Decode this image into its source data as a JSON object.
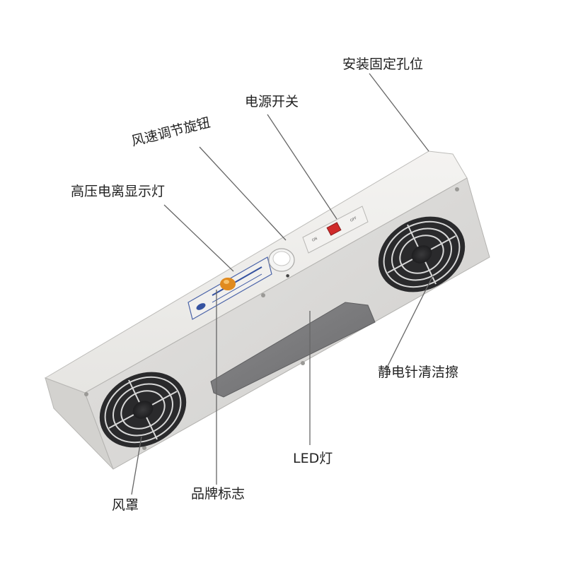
{
  "labels": {
    "mount_holes": "安装固定孔位",
    "power_switch": "电源开关",
    "fan_speed_knob": "风速调节旋钮",
    "hv_indicator": "高压电离显示灯",
    "needle_cleaner": "静电针清洁擦",
    "led_light": "LED灯",
    "brand_logo": "品牌标志",
    "fan_guard": "风罩"
  },
  "switch_panel": {
    "on_label": "ON",
    "off_label": "OFF"
  },
  "colors": {
    "body": "#e2e1de",
    "front_panel": "#d9d8d6",
    "switch_red": "#d02a2a",
    "indicator_amber": "#e08a1e",
    "led_strip": "#7a7a7c"
  }
}
